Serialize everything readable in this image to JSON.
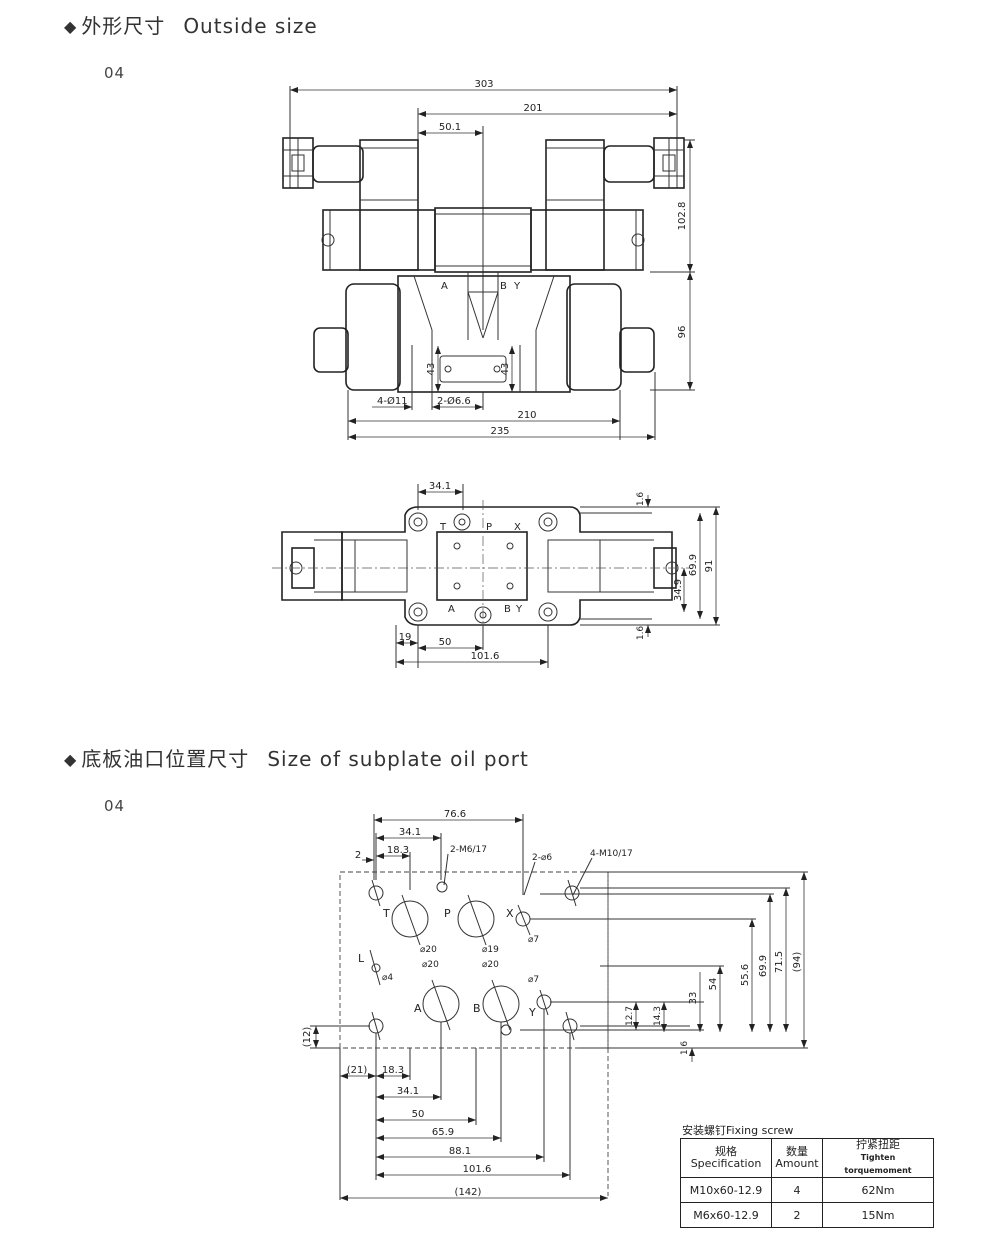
{
  "section1": {
    "title_cn": "外形尺寸",
    "title_en": "Outside size",
    "model": "04"
  },
  "section2": {
    "title_cn": "底板油口位置尺寸",
    "title_en": "Size of subplate oil port",
    "model": "04"
  },
  "front_view_dims": {
    "d303": "303",
    "d201": "201",
    "d50_1": "50.1",
    "d102_8": "102.8",
    "d96": "96",
    "d43a": "43",
    "d43b": "43",
    "hole4": "4-Ø11",
    "hole2": "2-Ø6.6",
    "d210": "210",
    "d235": "235",
    "port_A": "A",
    "port_B": "B",
    "port_Y": "Y"
  },
  "top_view_dims": {
    "d34_1": "34.1",
    "d1_6a": "1.6",
    "d1_6b": "1.6",
    "d69_9": "69.9",
    "d91": "91",
    "d34_9": "34.9",
    "d19": "19",
    "d50": "50",
    "d101_6": "101.6",
    "port_T": "T",
    "port_P": "P",
    "port_X": "X",
    "port_A": "A",
    "port_B": "B",
    "port_Y": "Y"
  },
  "subplate_dims": {
    "d76_6": "76.6",
    "d34_1": "34.1",
    "d18_3": "18.3",
    "d2": "2",
    "m6": "2-M6/17",
    "phi6": "2-⌀6",
    "m10": "4-M10/17",
    "phi20a": "⌀20",
    "phi19": "⌀19",
    "phi7a": "⌀7",
    "phi4": "⌀4",
    "phi20b": "⌀20",
    "phi20c": "⌀20",
    "phi7b": "⌀7",
    "pT": "T",
    "pP": "P",
    "pX": "X",
    "pL": "L",
    "pA": "A",
    "pB": "B",
    "pY": "Y",
    "v12": "(12)",
    "v1_6": "1.6",
    "v12_7": "12.7",
    "v14_3": "14.3",
    "v33": "33",
    "v54": "54",
    "v55_6": "55.6",
    "v69_9": "69.9",
    "v71_5": "71.5",
    "v94": "(94)",
    "h21": "(21)",
    "h18_3": "18.3",
    "h34_1": "34.1",
    "h50": "50",
    "h65_9": "65.9",
    "h88_1": "88.1",
    "h101_6": "101.6",
    "h142": "(142)"
  },
  "fixing_screw": {
    "caption": "安装螺钉Fixing screw",
    "headers": [
      {
        "cn": "规格",
        "en": "Specification"
      },
      {
        "cn": "数量",
        "en": "Amount"
      },
      {
        "cn": "拧紧扭距",
        "en": "Tighten torquemoment"
      }
    ],
    "rows": [
      {
        "spec": "M10x60-12.9",
        "amount": "4",
        "torque": "62Nm"
      },
      {
        "spec": "M6x60-12.9",
        "amount": "2",
        "torque": "15Nm"
      }
    ]
  }
}
